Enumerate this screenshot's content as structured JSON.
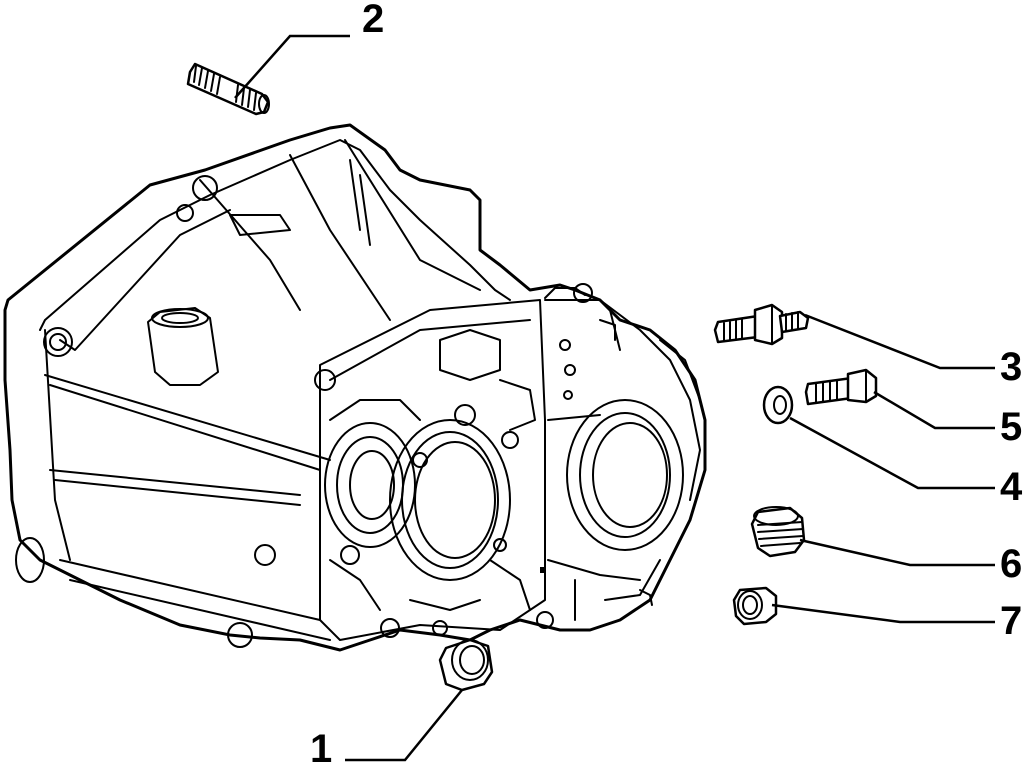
{
  "diagram": {
    "callouts": [
      {
        "id": "1",
        "label": "1",
        "part": "dowel-bushing"
      },
      {
        "id": "2",
        "label": "2",
        "part": "stud"
      },
      {
        "id": "3",
        "label": "3",
        "part": "stud-with-nut"
      },
      {
        "id": "4",
        "label": "4",
        "part": "washer"
      },
      {
        "id": "5",
        "label": "5",
        "part": "bolt"
      },
      {
        "id": "6",
        "label": "6",
        "part": "threaded-plug"
      },
      {
        "id": "7",
        "label": "7",
        "part": "bushing"
      }
    ],
    "colors": {
      "line": "#000000",
      "background": "#ffffff"
    }
  }
}
